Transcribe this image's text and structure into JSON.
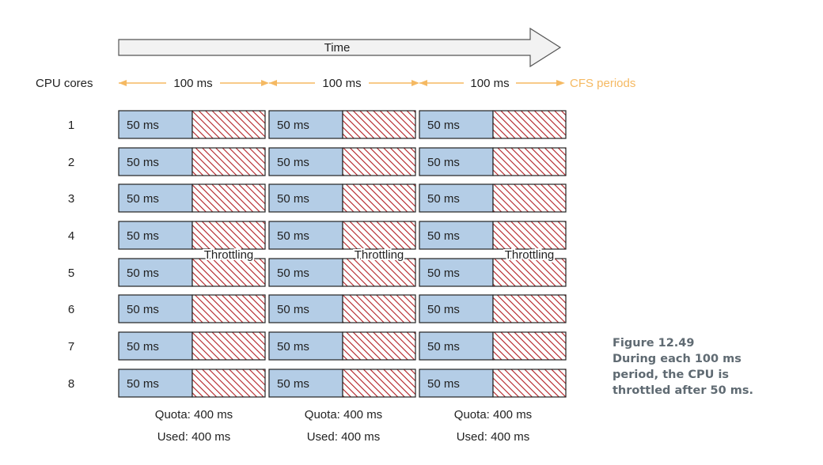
{
  "diagram": {
    "time_label": "Time",
    "cores_header": "CPU cores",
    "period_label": "100 ms",
    "cfs_label": "CFS periods",
    "cores": [
      "1",
      "2",
      "3",
      "4",
      "5",
      "6",
      "7",
      "8"
    ],
    "run_label": "50 ms",
    "throttle_label": "Throttling",
    "periods": [
      {
        "quota": "Quota: 400 ms",
        "used": "Used: 400 ms"
      },
      {
        "quota": "Quota: 400 ms",
        "used": "Used: 400 ms"
      },
      {
        "quota": "Quota: 400 ms",
        "used": "Used: 400 ms"
      }
    ]
  },
  "caption": {
    "lines": [
      "Figure 12.49",
      "During each 100 ms",
      "period, the CPU is",
      "throttled after 50 ms."
    ]
  },
  "colors": {
    "run_fill": "#b4cde6",
    "throttle_stripe": "#b21f24",
    "period_arrow": "#f5b962",
    "caption_text": "#5f6a72"
  }
}
